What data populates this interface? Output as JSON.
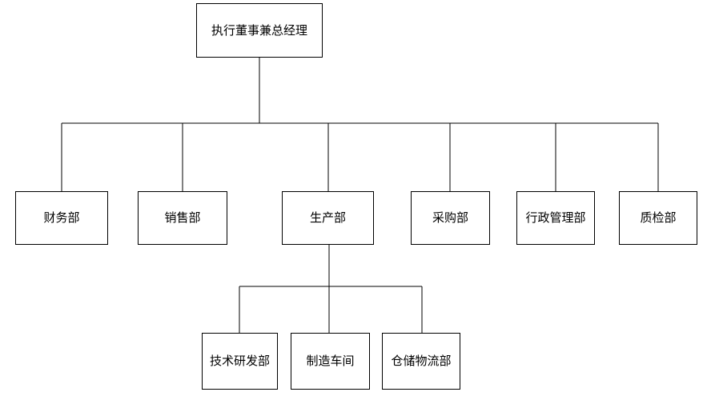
{
  "org_chart": {
    "root": {
      "label": "执行董事兼总经理"
    },
    "departments": [
      {
        "label": "财务部"
      },
      {
        "label": "销售部"
      },
      {
        "label": "生产部"
      },
      {
        "label": "采购部"
      },
      {
        "label": "行政管理部"
      },
      {
        "label": "质检部"
      }
    ],
    "production_children": [
      {
        "label": "技术研发部"
      },
      {
        "label": "制造车间"
      },
      {
        "label": "仓储物流部"
      }
    ],
    "colors": {
      "background": "#ffffff",
      "line": "#000000",
      "box_fill": "#ffffff",
      "text": "#000000"
    }
  }
}
